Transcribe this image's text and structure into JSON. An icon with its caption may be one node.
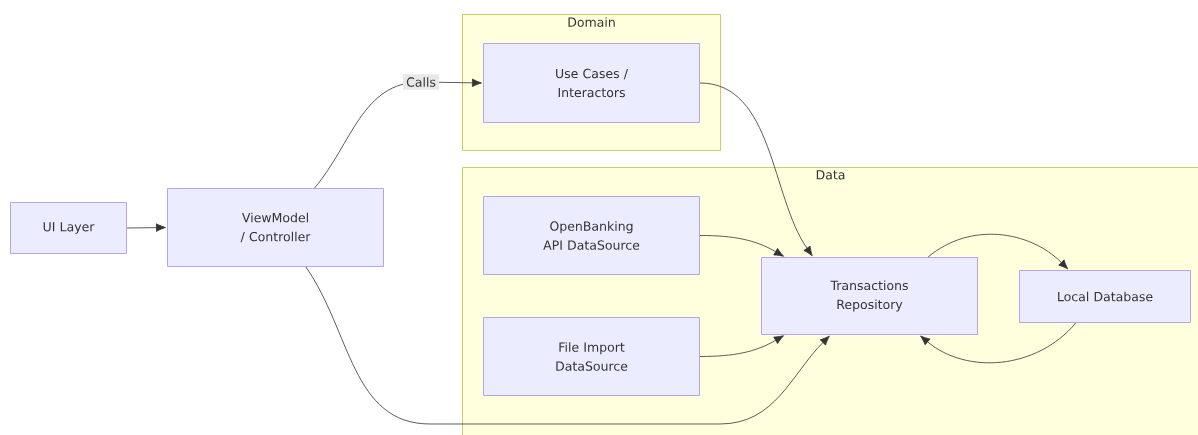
{
  "diagram": {
    "nodes": [
      {
        "text": [
          "UI Layer"
        ]
      },
      {
        "text": [
          "ViewModel / Controller"
        ]
      },
      {
        "text": [
          "Domain"
        ]
      },
      {
        "text": [
          "Use Cases / Interactors"
        ],
        "in": 2
      },
      {
        "text": [
          "Data"
        ]
      },
      {
        "text": [
          "OpenBanking API DataSource"
        ],
        "in": 4
      },
      {
        "text": [
          "File Import DataSource"
        ],
        "in": 4
      },
      {
        "text": [
          "Transactions Repository"
        ],
        "in": 4
      },
      {
        "text": [
          "Local Database"
        ],
        "in": 4
      }
    ],
    "edges": [
      {
        "from": 0,
        "to": 1,
        "arrow": "to"
      },
      {
        "from": 1,
        "to": 3,
        "arrow": "to",
        "label": "Calls"
      },
      {
        "from": 3,
        "to": 7,
        "arrow": "to"
      },
      {
        "from": 5,
        "to": 7,
        "arrow": "to"
      },
      {
        "from": 6,
        "to": 7,
        "arrow": "to"
      },
      {
        "from": 1,
        "to": 7,
        "arrow": "to"
      },
      {
        "from": 7,
        "to": 8,
        "arrow": "to"
      },
      {
        "from": 8,
        "to": 7,
        "arrow": "to"
      }
    ]
  }
}
